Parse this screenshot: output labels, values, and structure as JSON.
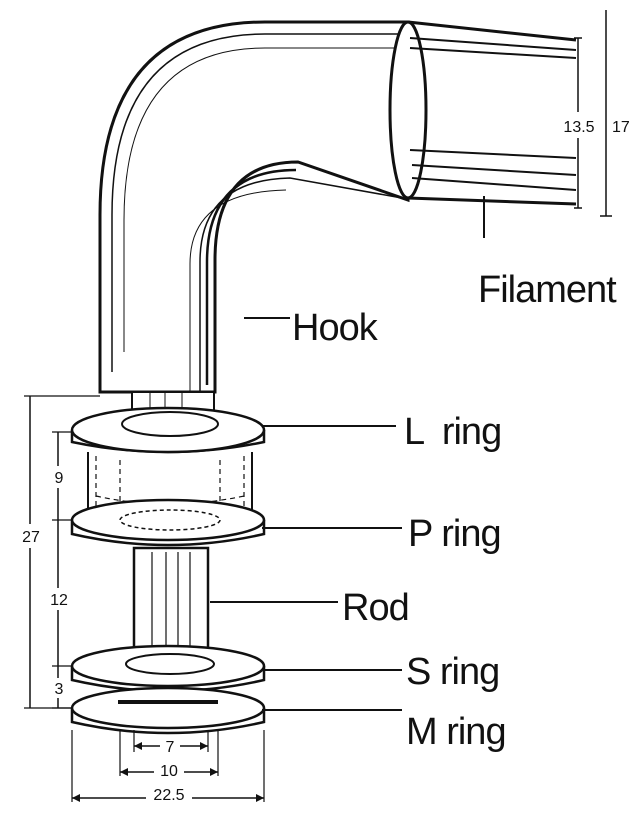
{
  "labels": {
    "filament": "Filament",
    "hook": "Hook",
    "l_ring": "L  ring",
    "p_ring": "P ring",
    "rod": "Rod",
    "s_ring": "S ring",
    "m_ring": "M ring"
  },
  "dimensions": {
    "filament_inner": "13.5",
    "filament_outer": "17",
    "total_height": "27",
    "lp_ring_height": "9",
    "rod_height": "12",
    "sm_ring_height": "3",
    "inner_width": "7",
    "middle_width": "10",
    "outer_width": "22.5"
  }
}
